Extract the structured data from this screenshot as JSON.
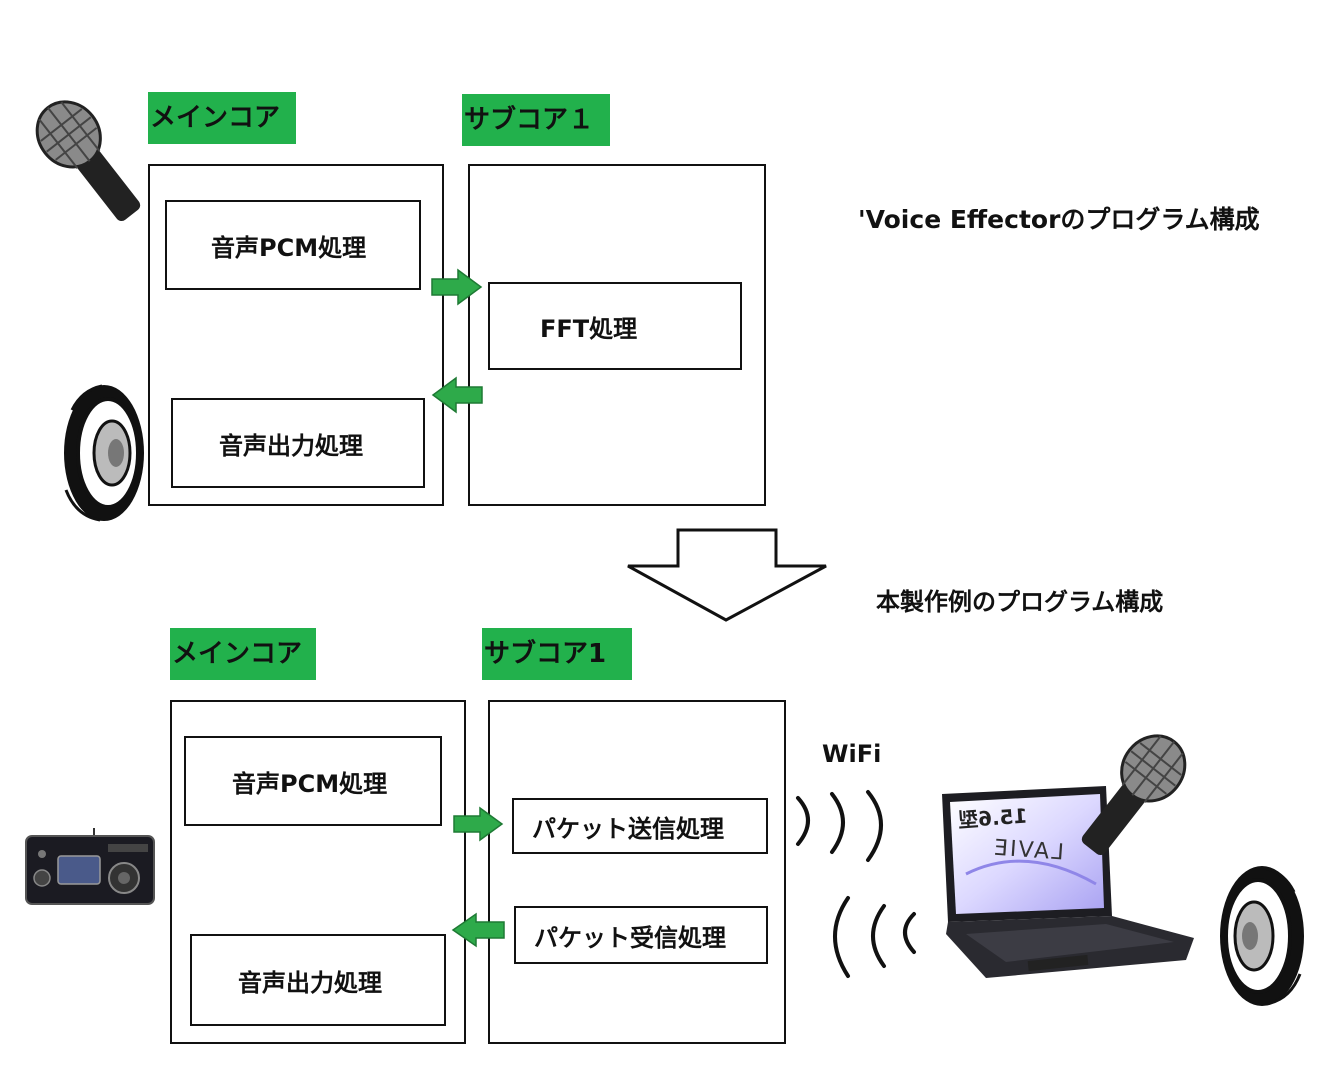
{
  "top_section": {
    "title": "'Voice Effectorのプログラム構成",
    "main_core": {
      "label": "メインコア",
      "process_1": "音声PCM処理",
      "process_2": "音声出力処理"
    },
    "sub_core": {
      "label": "サブコア１",
      "process_1": "FFT処理"
    }
  },
  "bottom_section": {
    "title": "本製作例のプログラム構成",
    "main_core": {
      "label": "メインコア",
      "process_1": "音声PCM処理",
      "process_2": "音声出力処理"
    },
    "sub_core": {
      "label": "サブコア1",
      "process_1": "パケット送信処理",
      "process_2": "パケット受信処理"
    },
    "wifi_label": "WiFi",
    "laptop": {
      "screen_size": "15.6型",
      "brand": "LAVIE"
    }
  },
  "colors": {
    "label_green": "#22b14c",
    "arrow_green": "#2eaa4a"
  }
}
